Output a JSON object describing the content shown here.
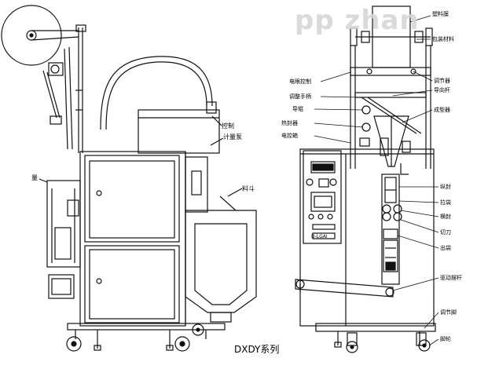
{
  "watermark": "pp zhan",
  "series_label": "DXDY系列",
  "left_labels": {
    "controller": "控制",
    "metering_pump": "计量泵",
    "hopper": "料斗",
    "side_mark": "量"
  },
  "right_labels": {
    "film_roll": "塑料膜",
    "film_material": "包装材料",
    "photo_switch": "电眼控制",
    "adjust_hand": "调整手柄",
    "guide_roll": "导辊",
    "clamp_device": "调节器",
    "guide_rod": "导向杆",
    "bag_former": "成型器",
    "control_box": "电控箱",
    "heat_seal": "热封器",
    "vertical_seal": "纵封",
    "pull_bag": "拉袋",
    "horizontal_seal": "横封",
    "cutter": "切刀",
    "bag_out": "出袋",
    "drive_lever": "驱动摆杆",
    "adjust_foot": "调节脚",
    "caster": "脚轮"
  },
  "panel_text": "D-LGAI"
}
